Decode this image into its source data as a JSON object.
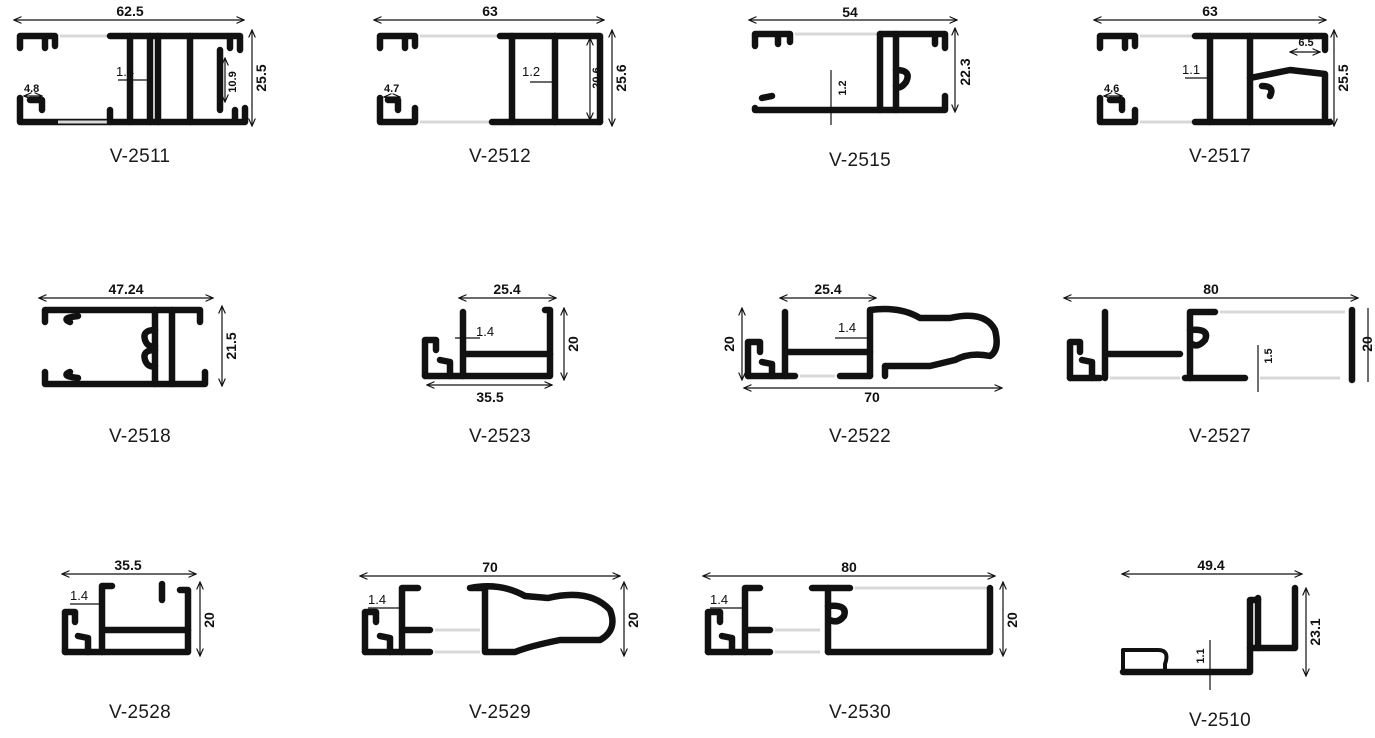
{
  "profiles": [
    {
      "code": "V-2511",
      "dims": [
        "62.5",
        "25.5",
        "1.4",
        "10.9",
        "4.8"
      ]
    },
    {
      "code": "V-2512",
      "dims": [
        "63",
        "25.6",
        "20.6",
        "1.2",
        "4.7"
      ]
    },
    {
      "code": "V-2515",
      "dims": [
        "54",
        "22.3",
        "1.2"
      ]
    },
    {
      "code": "V-2517",
      "dims": [
        "63",
        "25.5",
        "6.5",
        "1.1",
        "4.6"
      ]
    },
    {
      "code": "V-2518",
      "dims": [
        "47.24",
        "21.5"
      ]
    },
    {
      "code": "V-2523",
      "dims": [
        "25.4",
        "1.4",
        "20",
        "35.5"
      ]
    },
    {
      "code": "V-2522",
      "dims": [
        "25.4",
        "20",
        "1.4",
        "70"
      ]
    },
    {
      "code": "V-2527",
      "dims": [
        "80",
        "20",
        "1.5"
      ]
    },
    {
      "code": "V-2528",
      "dims": [
        "35.5",
        "1.4",
        "20"
      ]
    },
    {
      "code": "V-2529",
      "dims": [
        "70",
        "1.4",
        "20"
      ]
    },
    {
      "code": "V-2530",
      "dims": [
        "80",
        "1.4",
        "20"
      ]
    },
    {
      "code": "V-2510",
      "dims": [
        "49.4",
        "23.1",
        "1.1"
      ]
    }
  ]
}
